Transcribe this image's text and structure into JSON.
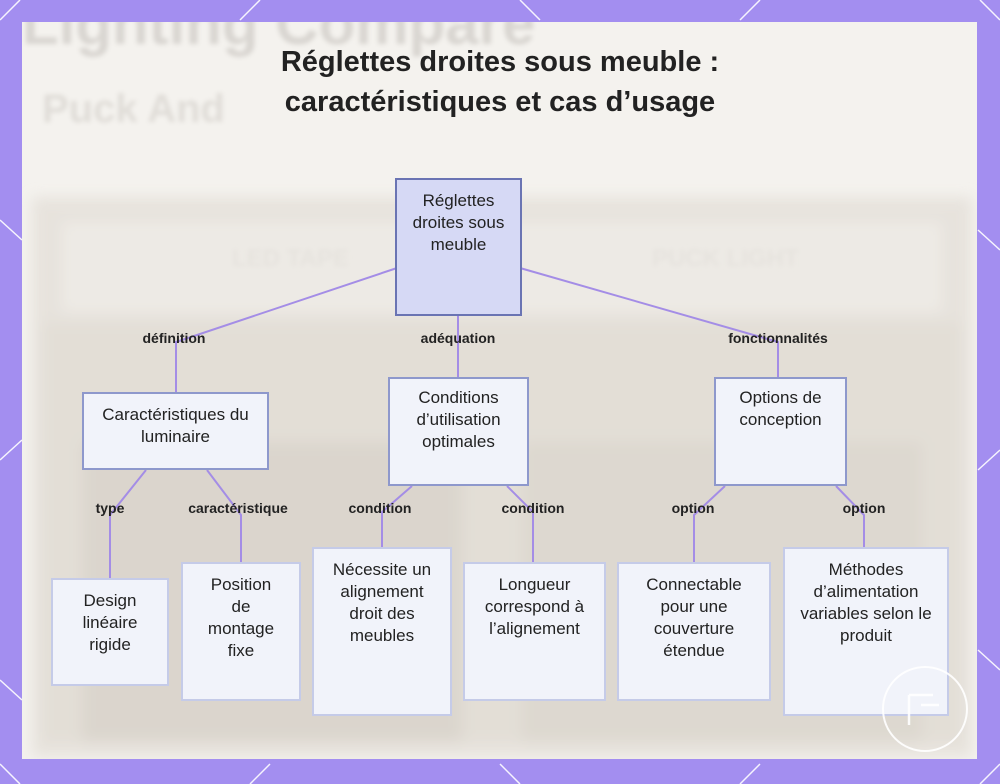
{
  "title_lines": [
    "Réglettes droites sous meuble :",
    "caractéristiques et cas d’usage"
  ],
  "nodes": {
    "root": "Réglettes droites sous meuble",
    "caracteristiques": "Caractéristiques du luminaire",
    "conditions": "Conditions d’utilisation optimales",
    "options": "Options de conception",
    "design": "Design linéaire rigide",
    "position": "Position de montage fixe",
    "necessite": "Nécessite un alignement droit des meubles",
    "longueur": "Longueur correspond à l’alignement",
    "connectable": "Connectable pour une couverture étendue",
    "methodes": "Méthodes d’alimentation variables selon le produit"
  },
  "edge_labels": {
    "definition": "définition",
    "adequation": "adéquation",
    "fonctionnalites": "fonctionnalités",
    "type": "type",
    "caracteristique": "caractéristique",
    "condition_1": "condition",
    "condition_2": "condition",
    "option_1": "option",
    "option_2": "option"
  },
  "background_text": {
    "faded_heading": "Lighting Compare",
    "faded_subheading": "Puck And",
    "faded_led": "LED TAPE",
    "faded_puck": "PUCK LIGHT"
  },
  "colors": {
    "frame": "#a38ef0",
    "edge": "#a48de6",
    "root_fill": "#d6d9f5",
    "node_fill": "#f1f3fa"
  }
}
